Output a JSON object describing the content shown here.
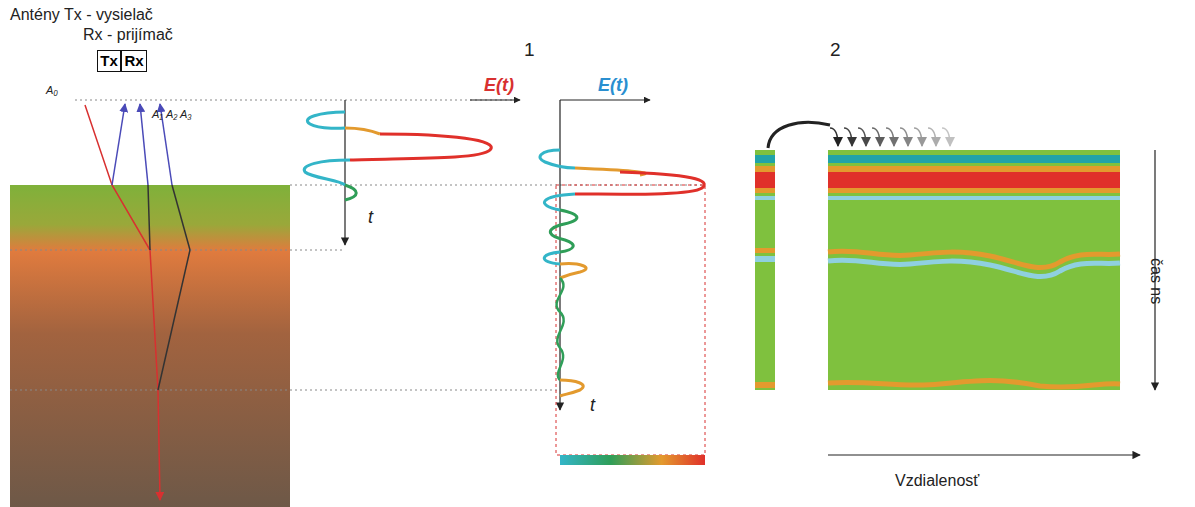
{
  "diagram": {
    "nodes": [
      {
        "text": [
          "Tx"
        ]
      },
      {
        "text": [
          "Rx"
        ]
      }
    ],
    "labels": [
      "Antény Tx - vysielač",
      "Rx - prijímač",
      "1",
      "2",
      "E(t)",
      "E(t)",
      "t",
      "t",
      "A₀",
      "A₁",
      "A₂",
      "A₃",
      "čas ns",
      "Vzdialenosť"
    ]
  }
}
